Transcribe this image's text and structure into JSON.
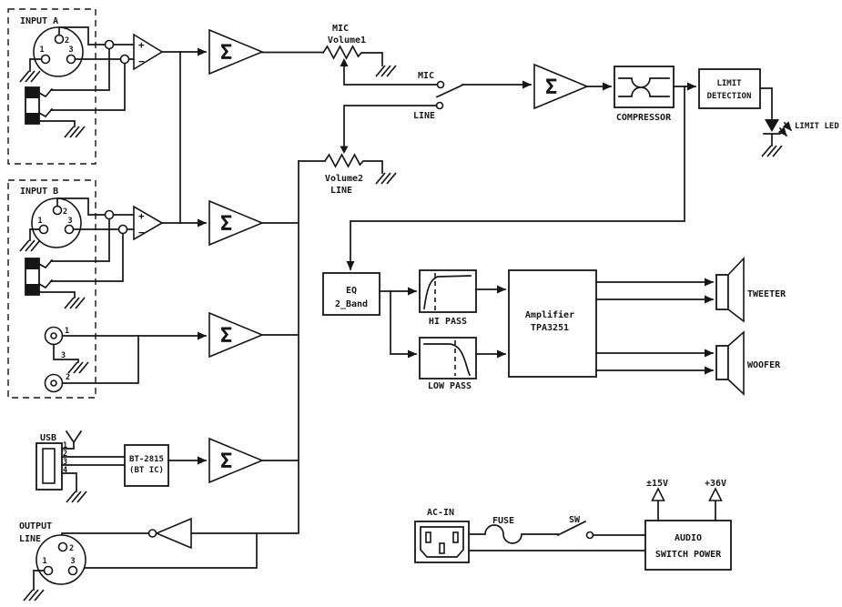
{
  "blocks": {
    "input_a": {
      "title": "INPUT A",
      "pins": [
        "1",
        "2",
        "3"
      ]
    },
    "input_b": {
      "title": "INPUT B",
      "pins": [
        "1",
        "2",
        "3"
      ]
    },
    "rca": {
      "pins": [
        "1",
        "2",
        "3"
      ]
    },
    "preamp": {
      "plus": "+",
      "minus": "−"
    },
    "sum": "Σ",
    "mic_volume": {
      "l1": "MIC",
      "l2": "Volume1"
    },
    "line_volume": {
      "l1": "Volume2",
      "l2": "LINE"
    },
    "selector": {
      "mic": "MIC",
      "line": "LINE"
    },
    "compressor": {
      "label": "COMPRESSOR"
    },
    "limit": {
      "l1": "LIMIT",
      "l2": "DETECTION",
      "led": "LIMIT LED"
    },
    "eq": {
      "l1": "EQ",
      "l2": "2_Band"
    },
    "hipass": {
      "label": "HI PASS"
    },
    "lowpass": {
      "label": "LOW PASS"
    },
    "amp": {
      "l1": "Amplifier",
      "l2": "TPA3251"
    },
    "tweeter": {
      "label": "TWEETER"
    },
    "woofer": {
      "label": "WOOFER"
    },
    "usb": {
      "title": "USB",
      "pins": [
        "1",
        "2",
        "3",
        "4"
      ]
    },
    "bt": {
      "l1": "BT-2815",
      "l2": "(BT IC)"
    },
    "output": {
      "l1": "OUTPUT",
      "l2": "LINE",
      "pins": [
        "1",
        "2",
        "3"
      ]
    },
    "power": {
      "ac_in": "AC-IN",
      "fuse": "FUSE",
      "sw": "SW",
      "b1": "AUDIO",
      "b2": "SWITCH POWER",
      "rail_a": "±15V",
      "rail_b": "+36V"
    }
  },
  "colors": {
    "ink": "#161616",
    "bg": "#ffffff"
  }
}
